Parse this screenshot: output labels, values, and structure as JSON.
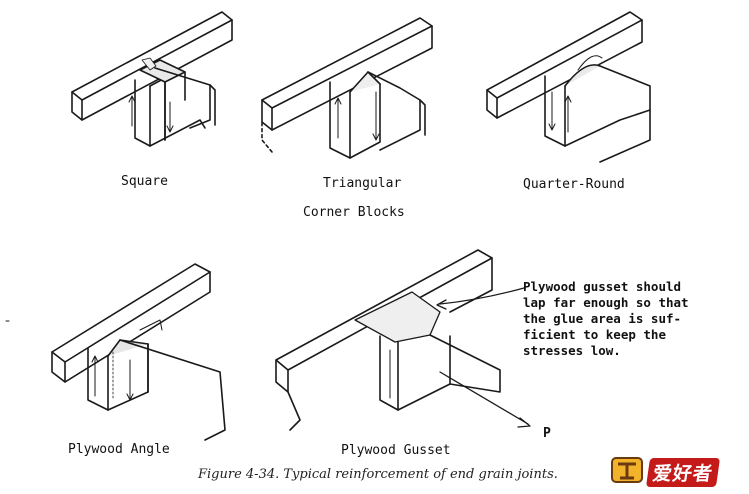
{
  "diagrams": {
    "square_label": "Square",
    "triangular_label": "Triangular",
    "quarter_round_label": "Quarter-Round",
    "group_label": "Corner Blocks",
    "plywood_angle_label": "Plywood Angle",
    "plywood_gusset_label": "Plywood Gusset",
    "force_label": "P"
  },
  "note": {
    "lines": [
      "Plywood gusset should",
      "lap far enough so that",
      "the glue area is suf-",
      "ficient to keep the",
      "stresses low."
    ]
  },
  "caption": "Figure 4-34.  Typical reinforcement of end grain joints.",
  "logo": {
    "text": "爱好者",
    "brand_color": "#c41a1a"
  }
}
